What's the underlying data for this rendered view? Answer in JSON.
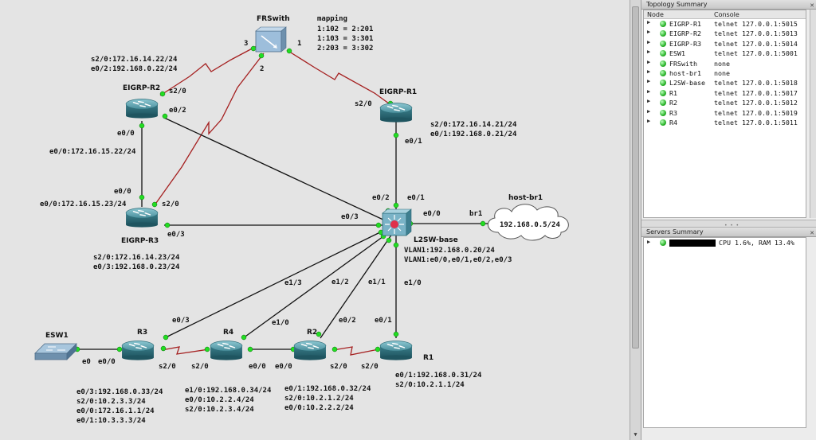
{
  "topology": {
    "nodes": {
      "frswitch": "FRSwith",
      "eigrp_r1": "EIGRP-R1",
      "eigrp_r2": "EIGRP-R2",
      "eigrp_r3": "EIGRP-R3",
      "l2sw": "L2SW-base",
      "host_br1": "host-br1",
      "esw1": "ESW1",
      "r1": "R1",
      "r2": "R2",
      "r3": "R3",
      "r4": "R4"
    },
    "mapping": {
      "title": "mapping",
      "line1": "1:102 = 2:201",
      "line2": "1:103 = 3:301",
      "line3": "2:203 = 3:302"
    },
    "cloud_ip": "192.168.0.5/24",
    "ports": {
      "fr_3": "3",
      "fr_1": "1",
      "fr_2": "2",
      "r2_s20": "s2/0",
      "r2_e02": "e0/2",
      "r2_e00": "e0/0",
      "r1e_s20": "s2/0",
      "r1e_e01": "e0/1",
      "r3e_e00": "e0/0",
      "r3e_s20": "s2/0",
      "r3e_e03": "e0/3",
      "l2_e02": "e0/2",
      "l2_e01": "e0/1",
      "l2_e03": "e0/3",
      "l2_e00": "e0/0",
      "l2_e13": "e1/3",
      "l2_e12": "e1/2",
      "l2_e11": "e1/1",
      "l2_e10": "e1/0",
      "br1": "br1",
      "esw_e0": "e0",
      "r3_e00": "e0/0",
      "r3_e03": "e0/3",
      "r3_s20": "s2/0",
      "r4_s20": "s2/0",
      "r4_e10": "e1/0",
      "r4_e00": "e0/0",
      "r2b_e00": "e0/0",
      "r2b_e02": "e0/2",
      "r2b_s20": "s2/0",
      "r1_s20": "s2/0",
      "r1_e01": "e0/1"
    },
    "info": {
      "r2_a": "s2/0:172.16.14.22/24",
      "r2_b": "e0/2:192.168.0.22/24",
      "r2_c": "e0/0:172.16.15.22/24",
      "r3e_a": "e0/0:172.16.15.23/24",
      "r3e_b": "s2/0:172.16.14.23/24",
      "r3e_c": "e0/3:192.168.0.23/24",
      "r1e_a": "s2/0:172.16.14.21/24",
      "r1e_b": "e0/1:192.168.0.21/24",
      "l2_a": "VLAN1:192.168.0.20/24",
      "l2_b": "VLAN1:e0/0,e0/1,e0/2,e0/3",
      "r3_a": "e0/3:192.168.0.33/24",
      "r3_b": "s2/0:10.2.3.3/24",
      "r3_c": "e0/0:172.16.1.1/24",
      "r3_d": "e0/1:10.3.3.3/24",
      "r4_a": "e1/0:192.168.0.34/24",
      "r4_b": "e0/0:10.2.2.4/24",
      "r4_c": "s2/0:10.2.3.4/24",
      "r2b_a": "e0/1:192.168.0.32/24",
      "r2b_b": "s2/0:10.2.1.2/24",
      "r2b_c": "e0/0:10.2.2.2/24",
      "r1_a": "e0/1:192.168.0.31/24",
      "r1_b": "s2/0:10.2.1.1/24"
    }
  },
  "topology_summary": {
    "title": "Topology Summary",
    "col_node": "Node",
    "col_console": "Console",
    "rows": [
      {
        "node": "EIGRP-R1",
        "console": "telnet 127.0.0.1:5015"
      },
      {
        "node": "EIGRP-R2",
        "console": "telnet 127.0.0.1:5013"
      },
      {
        "node": "EIGRP-R3",
        "console": "telnet 127.0.0.1:5014"
      },
      {
        "node": "ESW1",
        "console": "telnet 127.0.0.1:5001"
      },
      {
        "node": "FRSwith",
        "console": "none"
      },
      {
        "node": "host-br1",
        "console": "none"
      },
      {
        "node": "L2SW-base",
        "console": "telnet 127.0.0.1:5018"
      },
      {
        "node": "R1",
        "console": "telnet 127.0.0.1:5017"
      },
      {
        "node": "R2",
        "console": "telnet 127.0.0.1:5012"
      },
      {
        "node": "R3",
        "console": "telnet 127.0.0.1:5019"
      },
      {
        "node": "R4",
        "console": "telnet 127.0.0.1:5011"
      }
    ]
  },
  "servers_summary": {
    "title": "Servers Summary",
    "server_stats": "CPU 1.6%, RAM 13.4%"
  },
  "colors": {
    "canvas": "#e4e4e4",
    "ethernet_link": "#111111",
    "serial_link": "#a52020",
    "port_up": "#22dd22",
    "router_body": "#4a8f9c"
  },
  "icons": {
    "router": "router-icon",
    "switch": "multilayer-switch-icon",
    "frame_relay": "frame-relay-switch-icon",
    "cloud": "cloud-icon",
    "ethernet_switch": "ethernet-switch-icon",
    "status": "status-green-icon",
    "expand": "expand-arrow-icon"
  }
}
